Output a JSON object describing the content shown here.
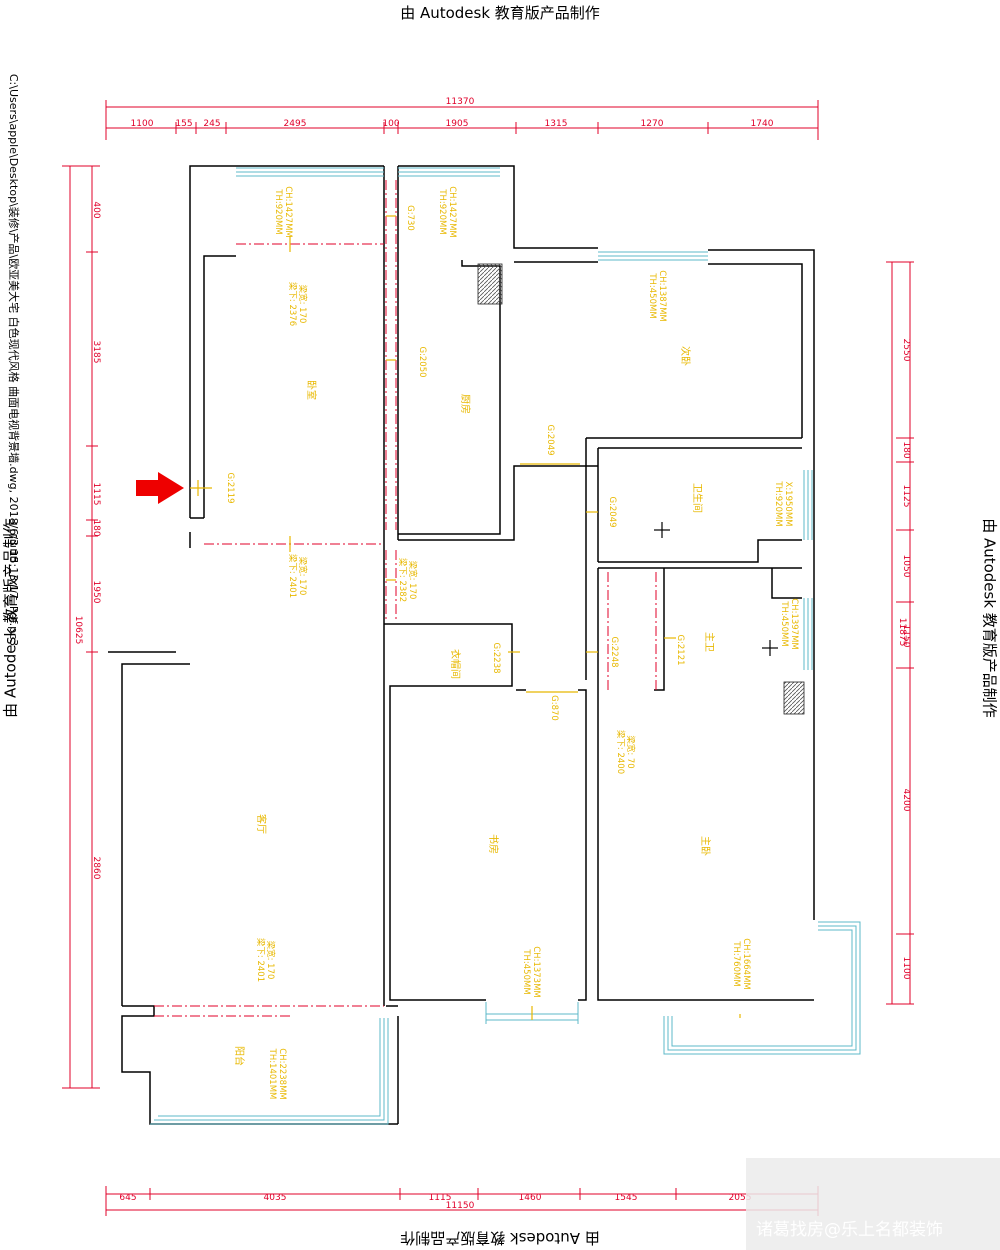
{
  "stamps": {
    "top": "由 Autodesk 教育版产品制作",
    "bottom": "由 Autodesk 教育版产品制作",
    "right": "由 Autodesk 教育版产品制作",
    "left": "由 Autodesk 教育版产品制作"
  },
  "file_path": "C:\\Users\\apple\\Desktop\\装修\\产品\\欧亚美大宅  白色现代风格  曲面电视背景墙.dwg, 2018/6/3 15:13:17, Pdf.pc3",
  "watermark": "诸葛找房@乐上名都装饰",
  "dimensions": {
    "top_total": "11370",
    "top_segments": [
      "1100",
      "155",
      "245",
      "2495",
      "100",
      "1905",
      "1315",
      "1270",
      "1740"
    ],
    "left_total": "10625",
    "left_segments": [
      "400",
      "3185",
      "1115",
      "180",
      "1950",
      "2860"
    ],
    "right_total": "11875",
    "right_segments": [
      "2550",
      "180",
      "1125",
      "1050",
      "1150",
      "4200",
      "1100"
    ],
    "bottom_total": "11150",
    "bottom_segments": [
      "645",
      "4035",
      "1115",
      "1460",
      "1545",
      "2055"
    ]
  },
  "rooms": {
    "bedroom_upper_left": "卧室",
    "kitchen": "厨房",
    "bedroom_upper_right": "次卧",
    "bathroom_1": "卫生间",
    "bathroom_2": "主卫",
    "cloakroom": "衣帽间",
    "living_room": "客厅",
    "study": "书房",
    "master_bedroom": "主卧",
    "balcony": "阳台"
  },
  "annotations": {
    "win_1": [
      "CH:1427MM",
      "TH:920MM"
    ],
    "win_2": [
      "CH:1427MM",
      "TH:920MM"
    ],
    "win_3": [
      "CH:1387MM",
      "TH:450MM"
    ],
    "win_4": [
      "CH:1373MM",
      "TH:450MM"
    ],
    "win_5": [
      "CH:1664MM",
      "TH:760MM"
    ],
    "win_6": [
      "CH:2238MM",
      "TH:1401MM"
    ],
    "win_7": [
      "CH:1397MM",
      "TH:450MM"
    ],
    "win_8": [
      "X:1950MM",
      "TH:920MM"
    ],
    "beam_1": [
      "梁宽: 170",
      "梁下: 2376"
    ],
    "beam_2": [
      "梁宽: 170",
      "梁下: 2401"
    ],
    "beam_3": [
      "梁宽: 170",
      "梁下: 2382"
    ],
    "beam_4": [
      "梁宽: 170",
      "梁下: 2401"
    ],
    "beam_5": [
      "梁宽: 70",
      "梁下: 2400"
    ],
    "door_1": "G:2119",
    "door_2": "G:2049",
    "door_3": "G:2050",
    "door_4": "G:2049",
    "door_5": "G:2238",
    "door_6": "G:2248",
    "door_7": "G:870",
    "door_8": "G:2121",
    "door_9": "G:730"
  }
}
